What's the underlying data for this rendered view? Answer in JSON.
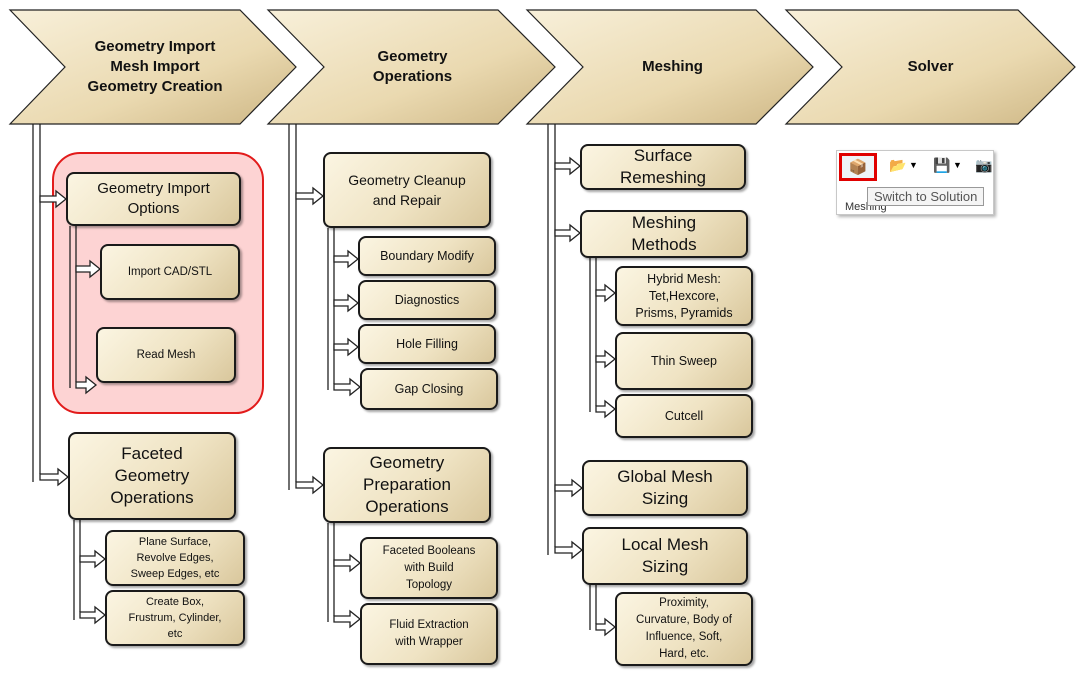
{
  "stages": [
    {
      "label": "Geometry Import\nMesh Import\nGeometry Creation"
    },
    {
      "label": "Geometry\nOperations"
    },
    {
      "label": "Meshing"
    },
    {
      "label": "Solver"
    }
  ],
  "colors": {
    "box_fill": "#efe3c3",
    "chevron_fill": "#ead9b0",
    "highlight_fill": "#fdd3d3",
    "highlight_border": "#e21b1b"
  },
  "import": {
    "options": "Geometry Import\nOptions",
    "import_cad": "Import CAD/STL",
    "read_mesh": "Read Mesh",
    "faceted": "Faceted\nGeometry\nOperations",
    "plane_surface": "Plane Surface,\nRevolve Edges,\nSweep Edges, etc",
    "create_box": "Create Box,\nFrustrum, Cylinder,\netc"
  },
  "geometry_ops": {
    "cleanup": "Geometry Cleanup\nand Repair",
    "boundary_modify": "Boundary Modify",
    "diagnostics": "Diagnostics",
    "hole_filling": "Hole Filling",
    "gap_closing": "Gap Closing",
    "preparation": "Geometry\nPreparation\nOperations",
    "faceted_booleans": "Faceted Booleans\nwith Build\nTopology",
    "fluid_extraction": "Fluid Extraction\nwith Wrapper"
  },
  "meshing": {
    "surface_remeshing": "Surface\nRemeshing",
    "meshing_methods": "Meshing\nMethods",
    "hybrid_mesh": "Hybrid Mesh:\nTet,Hexcore,\nPrisms, Pyramids",
    "thin_sweep": "Thin Sweep",
    "cutcell": "Cutcell",
    "global_sizing": "Global Mesh\nSizing",
    "local_sizing": "Local Mesh\nSizing",
    "local_details": "Proximity,\nCurvature, Body of\nInfluence, Soft,\nHard, etc."
  },
  "solver": {
    "tooltip": "Switch to Solution",
    "tab_label": "Meshing"
  }
}
